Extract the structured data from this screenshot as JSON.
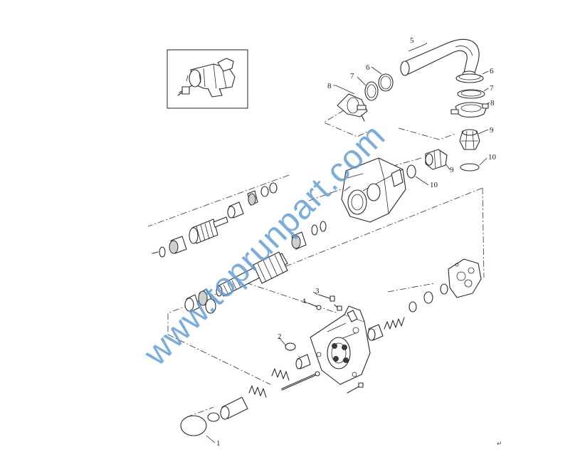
{
  "diagram": {
    "callouts": [
      {
        "id": "c1",
        "text": "1"
      },
      {
        "id": "c2",
        "text": "2"
      },
      {
        "id": "c3",
        "text": "3"
      },
      {
        "id": "c4",
        "text": "4"
      },
      {
        "id": "c5",
        "text": "5"
      },
      {
        "id": "c6a",
        "text": "6"
      },
      {
        "id": "c6b",
        "text": "6"
      },
      {
        "id": "c7a",
        "text": "7"
      },
      {
        "id": "c7b",
        "text": "7"
      },
      {
        "id": "c8a",
        "text": "8"
      },
      {
        "id": "c8b",
        "text": "8"
      },
      {
        "id": "c9a",
        "text": "9"
      },
      {
        "id": "c9b",
        "text": "9"
      },
      {
        "id": "c10a",
        "text": "10"
      },
      {
        "id": "c10b",
        "text": "10"
      }
    ],
    "watermark": "www.toprunpart.com",
    "paragraph_mark": "↵"
  }
}
